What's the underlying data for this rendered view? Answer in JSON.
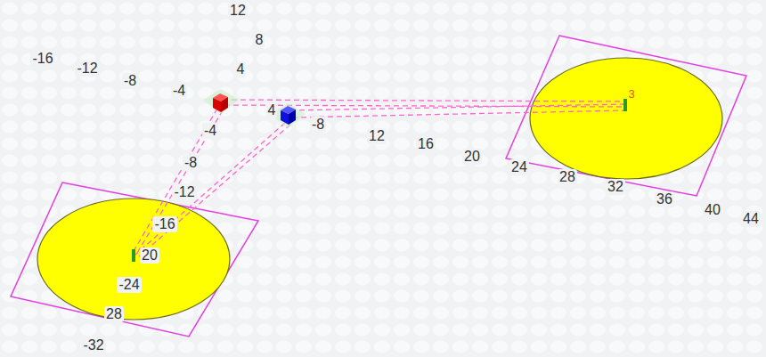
{
  "diagram": {
    "labels": [
      "12",
      "8",
      "-16",
      "-12",
      "4",
      "-8",
      "-4",
      "3",
      "4",
      "-8",
      "-4",
      "12",
      "16",
      "20",
      "-8",
      "24",
      "28",
      "32",
      "-12",
      "36",
      "40",
      "44",
      "-16",
      "20",
      "-24",
      "28",
      "-32"
    ]
  }
}
